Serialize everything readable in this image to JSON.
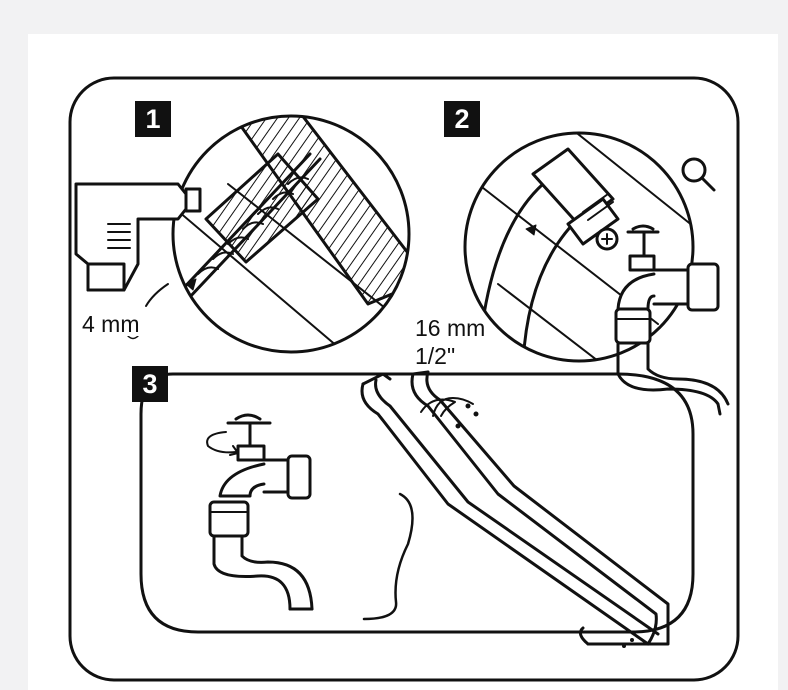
{
  "steps": [
    {
      "number": "1",
      "drill_size": "4 mm"
    },
    {
      "number": "2",
      "hose_size_metric": "16 mm",
      "hose_size_imperial": "1/2\""
    },
    {
      "number": "3"
    }
  ],
  "zoom_icon": "magnifier-icon",
  "colors": {
    "ink": "#111111",
    "paper": "#ffffff",
    "background": "#f2f2f3"
  }
}
